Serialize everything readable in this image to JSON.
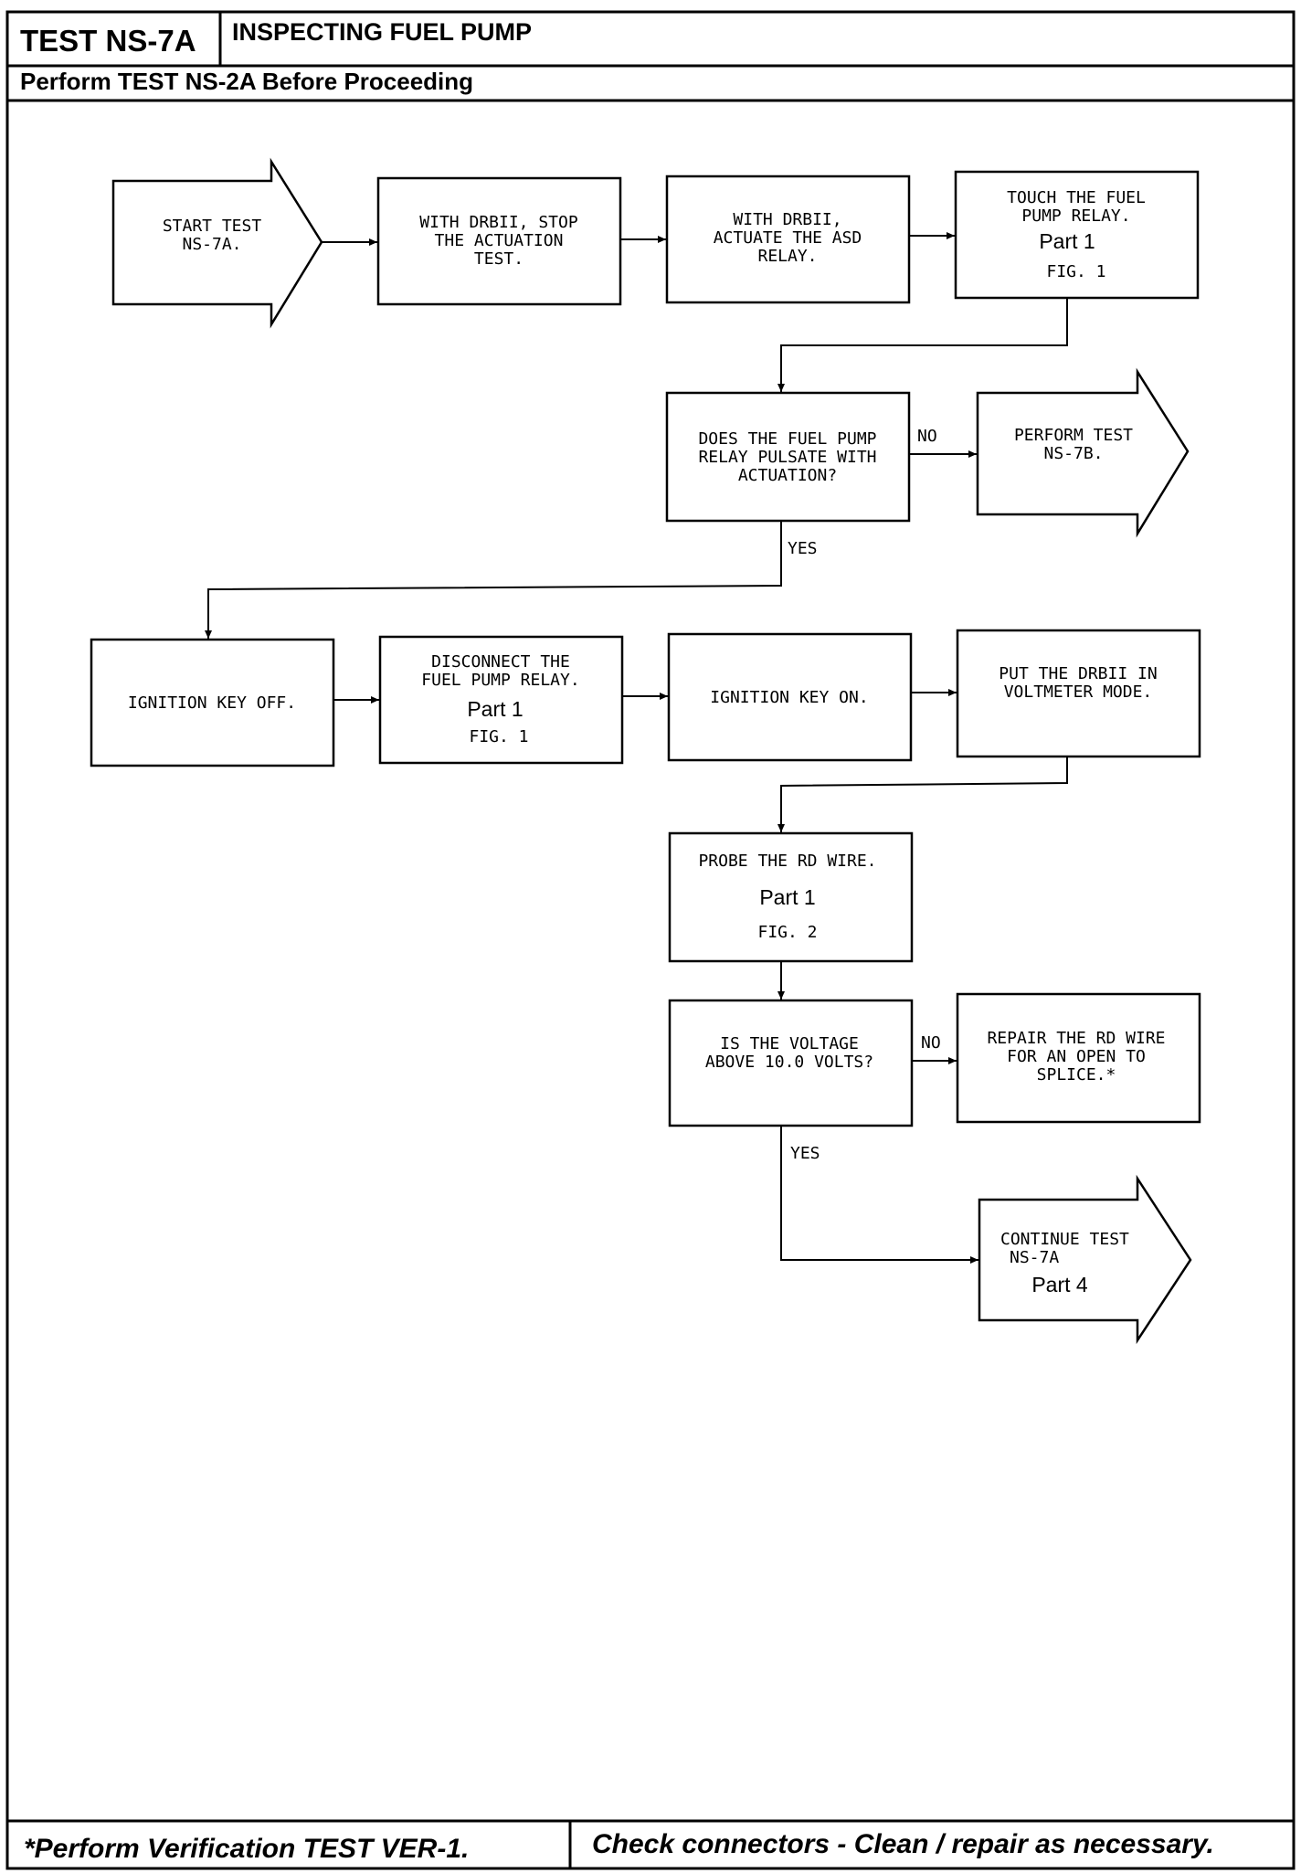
{
  "header": {
    "test_id": "TEST NS-7A",
    "title": "INSPECTING FUEL PUMP",
    "prerequisite": "Perform TEST NS-2A Before Proceeding"
  },
  "flowchart": {
    "start": {
      "line1": "START TEST",
      "line2": "NS-7A."
    },
    "stop_test": {
      "line1": "WITH DRBII, STOP",
      "line2": "THE ACTUATION",
      "line3": "TEST."
    },
    "actuate_asd": {
      "line1": "WITH DRBII,",
      "line2": "ACTUATE THE ASD",
      "line3": "RELAY."
    },
    "touch_relay": {
      "line1": "TOUCH THE FUEL",
      "line2": "PUMP RELAY.",
      "part": "Part 1",
      "fig": "FIG. 1"
    },
    "decision_pulsate": {
      "line1": "DOES THE FUEL PUMP",
      "line2": "RELAY PULSATE WITH",
      "line3": "ACTUATION?"
    },
    "perform_ns7b": {
      "line1": "PERFORM TEST",
      "line2": "NS-7B."
    },
    "ignition_off": {
      "line1": "IGNITION KEY OFF."
    },
    "disconnect_relay": {
      "line1": "DISCONNECT THE",
      "line2": "FUEL PUMP RELAY.",
      "part": "Part 1",
      "fig": "FIG. 1"
    },
    "ignition_on": {
      "line1": "IGNITION KEY ON."
    },
    "voltmeter_mode": {
      "line1": "PUT THE DRBII IN",
      "line2": "VOLTMETER MODE."
    },
    "probe_wire": {
      "line1": "PROBE THE RD WIRE.",
      "part": "Part 1",
      "fig": "FIG. 2"
    },
    "decision_voltage": {
      "line1": "IS THE VOLTAGE",
      "line2": "ABOVE 10.0 VOLTS?"
    },
    "repair_wire": {
      "line1": "REPAIR THE RD WIRE",
      "line2": "FOR AN OPEN TO",
      "line3": "SPLICE.*"
    },
    "continue_test": {
      "line1": "CONTINUE TEST",
      "line2": "NS-7A",
      "part": "Part 4"
    },
    "labels": {
      "no1": "NO",
      "yes1": "YES",
      "no2": "NO",
      "yes2": "YES"
    }
  },
  "footer": {
    "left": "*Perform Verification TEST VER-1.",
    "right": "Check connectors - Clean / repair as necessary."
  }
}
